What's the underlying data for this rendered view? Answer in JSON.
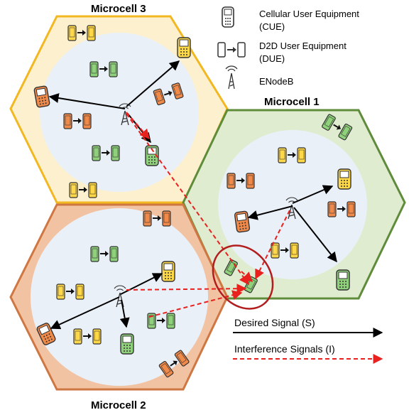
{
  "cells": [
    {
      "id": "3",
      "title": "Microcell 3",
      "fill": "#fdf0cf",
      "stroke": "#f2b822"
    },
    {
      "id": "1",
      "title": "Microcell 1",
      "fill": "#dfeccf",
      "stroke": "#5f8c3b"
    },
    {
      "id": "2",
      "title": "Microcell 2",
      "fill": "#f2c3a2",
      "stroke": "#cf7743"
    }
  ],
  "legend": {
    "cue_line1": "Cellular User Equipment",
    "cue_line2": "(CUE)",
    "due_line1": "D2D User Equipment",
    "due_line2": "(DUE)",
    "enb": "ENodeB"
  },
  "signals": {
    "desired": "Desired Signal (S)",
    "interference": "Interference Signals (I)"
  },
  "colors": {
    "coverage": "#eaf0f8",
    "desired": "#000000",
    "interference": "#e8201e",
    "device_yellow": "#ffd84a",
    "device_orange": "#f08a4b",
    "device_green": "#8fd07a",
    "highlight_ring": "#b21e1e"
  },
  "icons": [
    "cellular-phone-icon",
    "d2d-pair-icon",
    "enodeb-tower-icon"
  ]
}
